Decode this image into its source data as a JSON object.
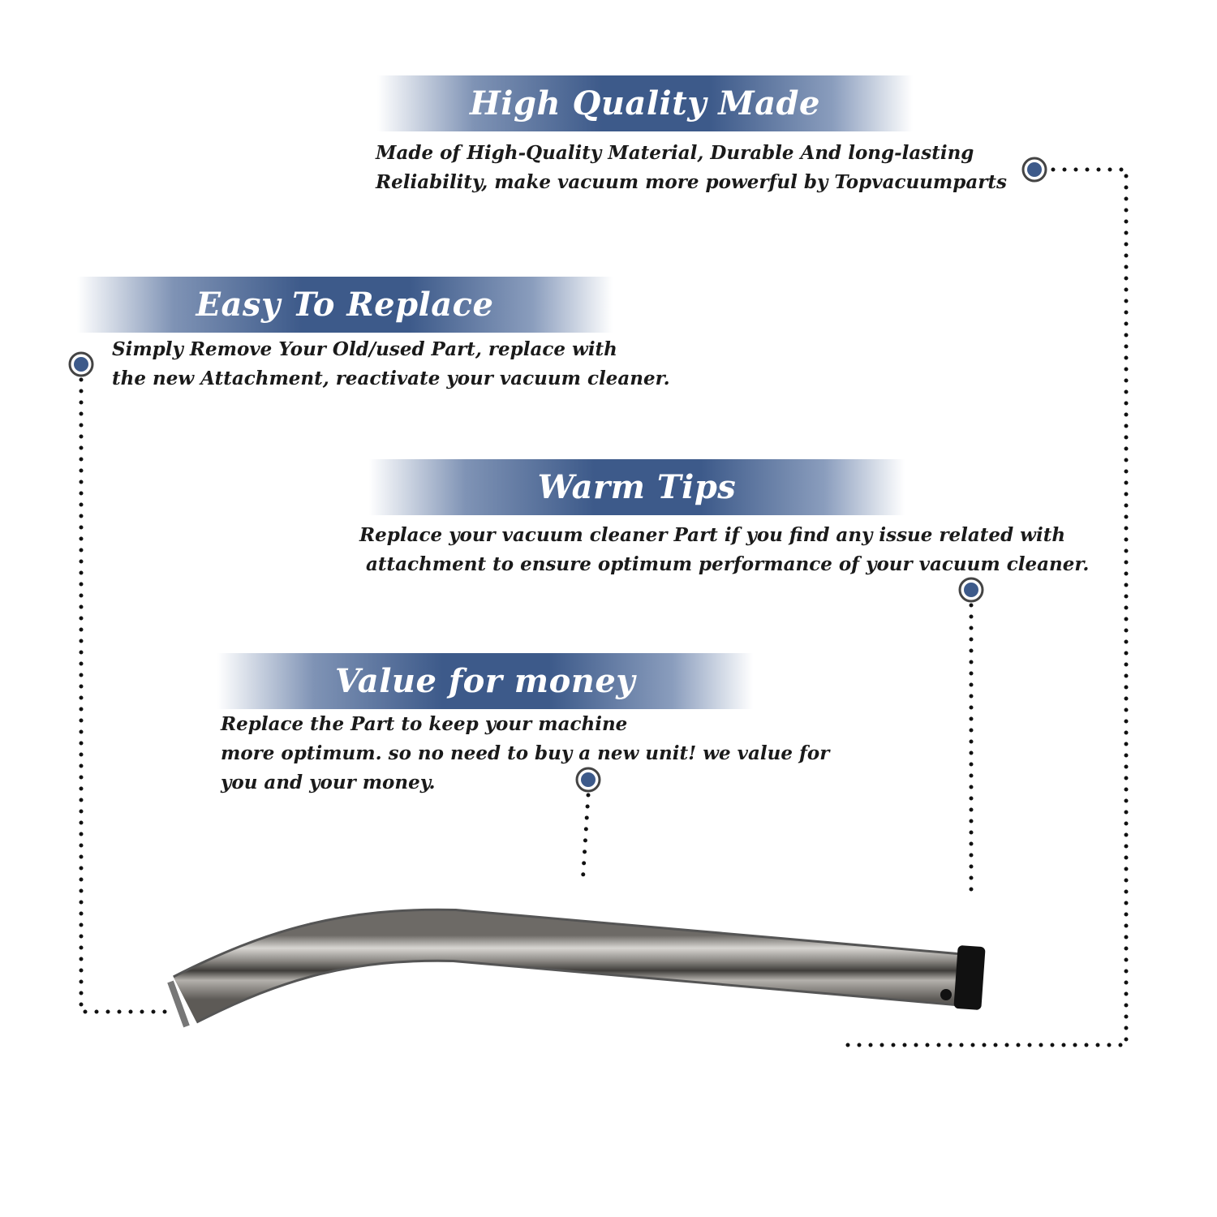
{
  "accent_color": "#3d5a8a",
  "sections": [
    {
      "title": "High Quality Made",
      "lines": [
        "Made of  High-Quality Material, Durable And long-lasting",
        "Reliability, make vacuum more powerful by Topvacuumparts"
      ]
    },
    {
      "title": "Easy To Replace",
      "lines": [
        "Simply Remove Your Old/used Part, replace with",
        "the new Attachment, reactivate your vacuum cleaner."
      ]
    },
    {
      "title": "Warm Tips",
      "lines": [
        "Replace your vacuum cleaner Part if you find any issue related with",
        " attachment to ensure optimum performance of your vacuum cleaner."
      ]
    },
    {
      "title": "Value for money",
      "lines": [
        "Replace the Part to keep your machine",
        "more optimum. so no need to buy a new unit! we value for",
        "you and your money."
      ]
    }
  ],
  "product": {
    "icon": "stainless-steel-wand-tube"
  }
}
